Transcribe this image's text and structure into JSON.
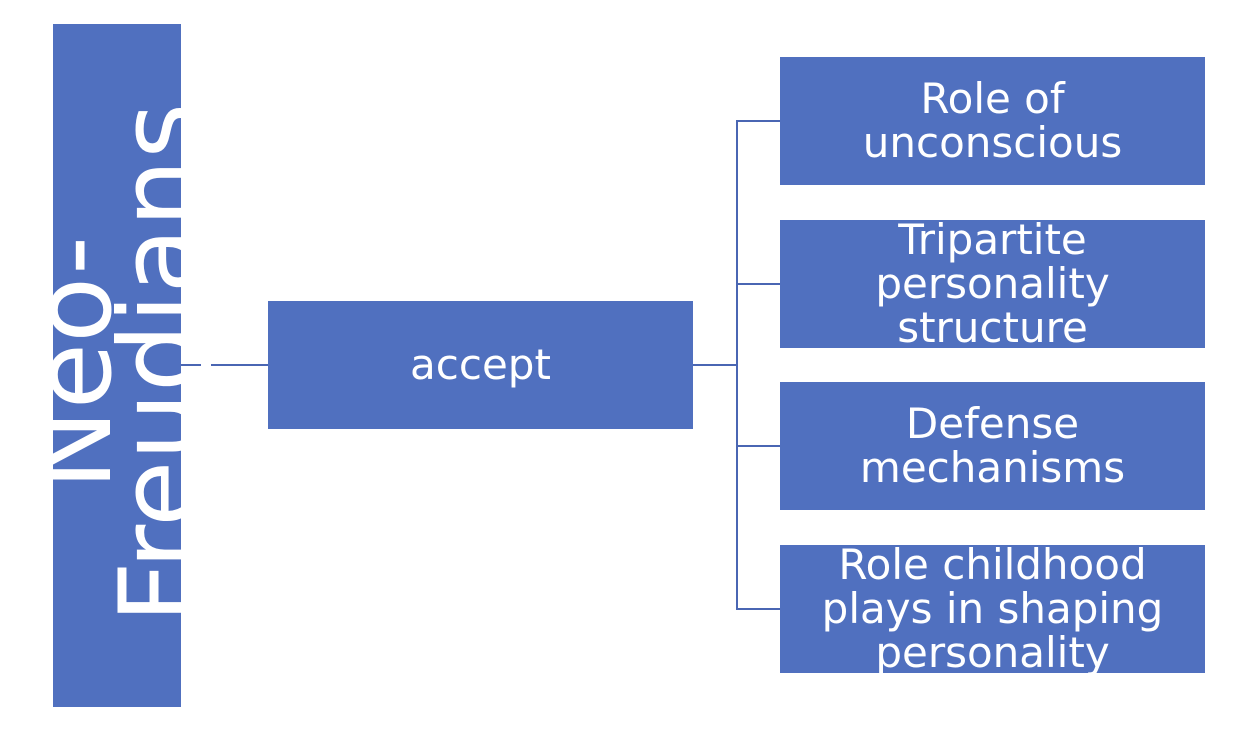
{
  "diagram": {
    "root": {
      "label": "Neo-\nFreudians"
    },
    "relation": {
      "label": "accept"
    },
    "items": [
      {
        "label": "Role of\nunconscious"
      },
      {
        "label": "Tripartite\npersonality\nstructure"
      },
      {
        "label": "Defense\nmechanisms"
      },
      {
        "label": "Role childhood\nplays in shaping\npersonality"
      }
    ],
    "colors": {
      "box_fill": "#5070bf",
      "connector": "#4a66b3",
      "text": "#ffffff",
      "background": "#ffffff"
    }
  }
}
